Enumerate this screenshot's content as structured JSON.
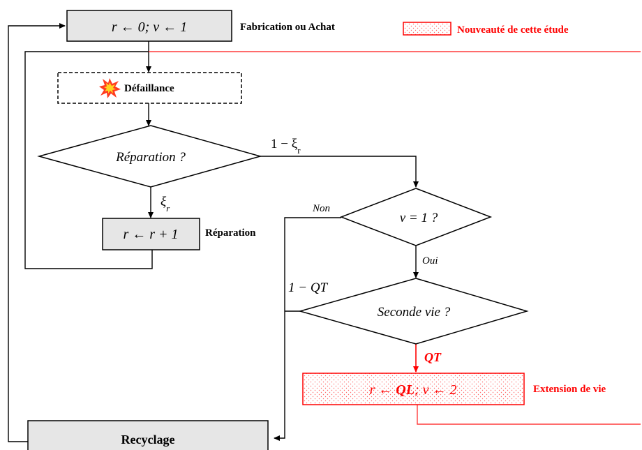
{
  "nodes": {
    "start": {
      "label": "r ← 0; v ← 1",
      "side_label": "Fabrication ou Achat"
    },
    "failure": {
      "label": "Défaillance",
      "icon": "explosion-icon"
    },
    "repair_decision": {
      "label": "Réparation ?"
    },
    "repair": {
      "label": "r ← r + 1",
      "side_label": "Réparation"
    },
    "v_check": {
      "label": "v = 1 ?"
    },
    "second_life": {
      "label": "Seconde vie ?"
    },
    "life_extension": {
      "label_prefix": "r ← ",
      "label_bold": "QL",
      "label_suffix": "; v ← 2",
      "side_label": "Extension de vie"
    },
    "recycling": {
      "label": "Recyclage"
    }
  },
  "edges": {
    "repair_no": "1 − ξ",
    "repair_no_sub": "r",
    "repair_yes": "ξ",
    "repair_yes_sub": "r",
    "v_no": "Non",
    "v_yes": "Oui",
    "second_life_no": "1 − QT",
    "second_life_yes": "QT"
  },
  "legend": {
    "label": "Nouveauté de cette étude"
  },
  "colors": {
    "accent": "#ff0000",
    "box_fill": "#e6e6e6",
    "line": "#000000",
    "accent_line": "#ff3b3b"
  }
}
